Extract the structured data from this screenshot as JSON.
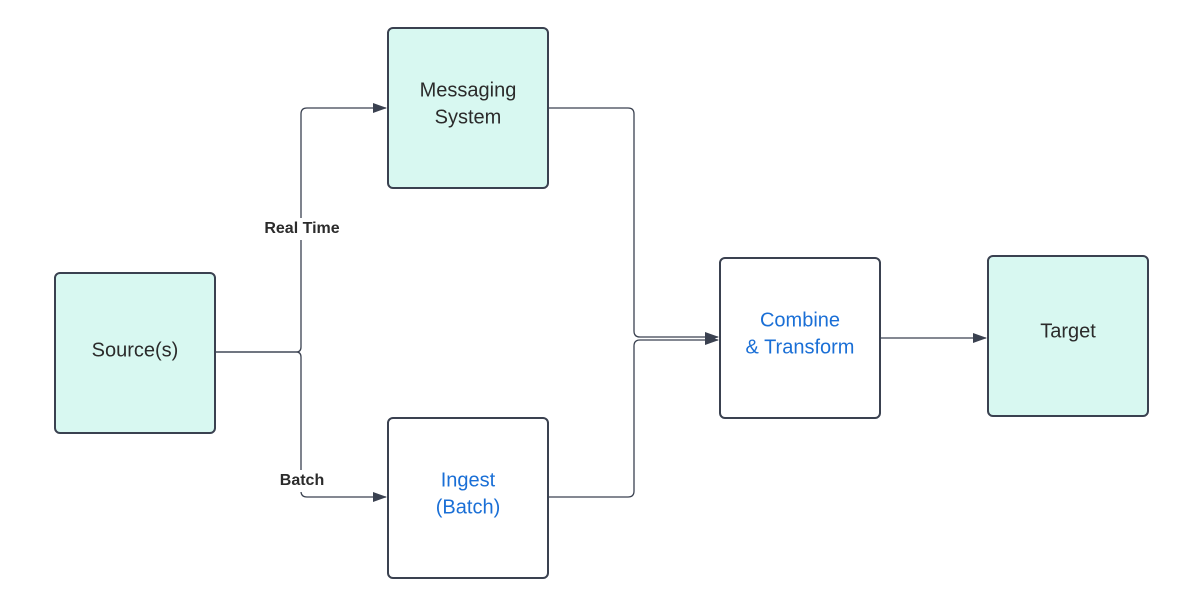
{
  "colors": {
    "teal_fill": "#d8f8f1",
    "white_fill": "#ffffff",
    "border": "#3a4150",
    "text_dark": "#2b2b2b",
    "text_blue": "#1a6fd6"
  },
  "nodes": {
    "source": {
      "lines": [
        "Source(s)"
      ],
      "fill": "teal"
    },
    "messaging": {
      "lines": [
        "Messaging",
        "System"
      ],
      "fill": "teal"
    },
    "ingest": {
      "lines": [
        "Ingest",
        "(Batch)"
      ],
      "fill": "white",
      "text_color": "blue"
    },
    "combine": {
      "lines": [
        "Combine",
        "& Transform"
      ],
      "fill": "white",
      "text_color": "blue"
    },
    "target": {
      "lines": [
        "Target"
      ],
      "fill": "teal"
    }
  },
  "edges": {
    "real_time": {
      "label": "Real Time",
      "from": "source",
      "to": "messaging"
    },
    "batch": {
      "label": "Batch",
      "from": "source",
      "to": "ingest"
    },
    "messaging_to_combine": {
      "from": "messaging",
      "to": "combine"
    },
    "ingest_to_combine": {
      "from": "ingest",
      "to": "combine"
    },
    "combine_to_target": {
      "from": "combine",
      "to": "target"
    }
  }
}
